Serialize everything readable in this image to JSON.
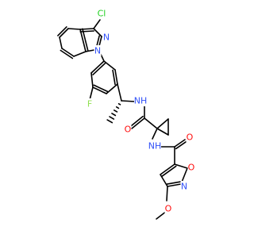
{
  "molecule": {
    "colors": {
      "carbon_bond": "#000000",
      "N": "#3050F8",
      "O": "#FF0D0D",
      "Cl": "#1FD01F",
      "F": "#90E050"
    },
    "labels": {
      "Cl": "Cl",
      "N_pyrazole": "N",
      "N_indazole": "N",
      "F": "F",
      "NH_amine": "NH",
      "NH_amide": "NH",
      "O_carbonyl_1": "O",
      "O_carbonyl_2": "O",
      "N_isoxazole": "N",
      "O_isoxazole": "O",
      "O_methoxy": "O"
    }
  }
}
